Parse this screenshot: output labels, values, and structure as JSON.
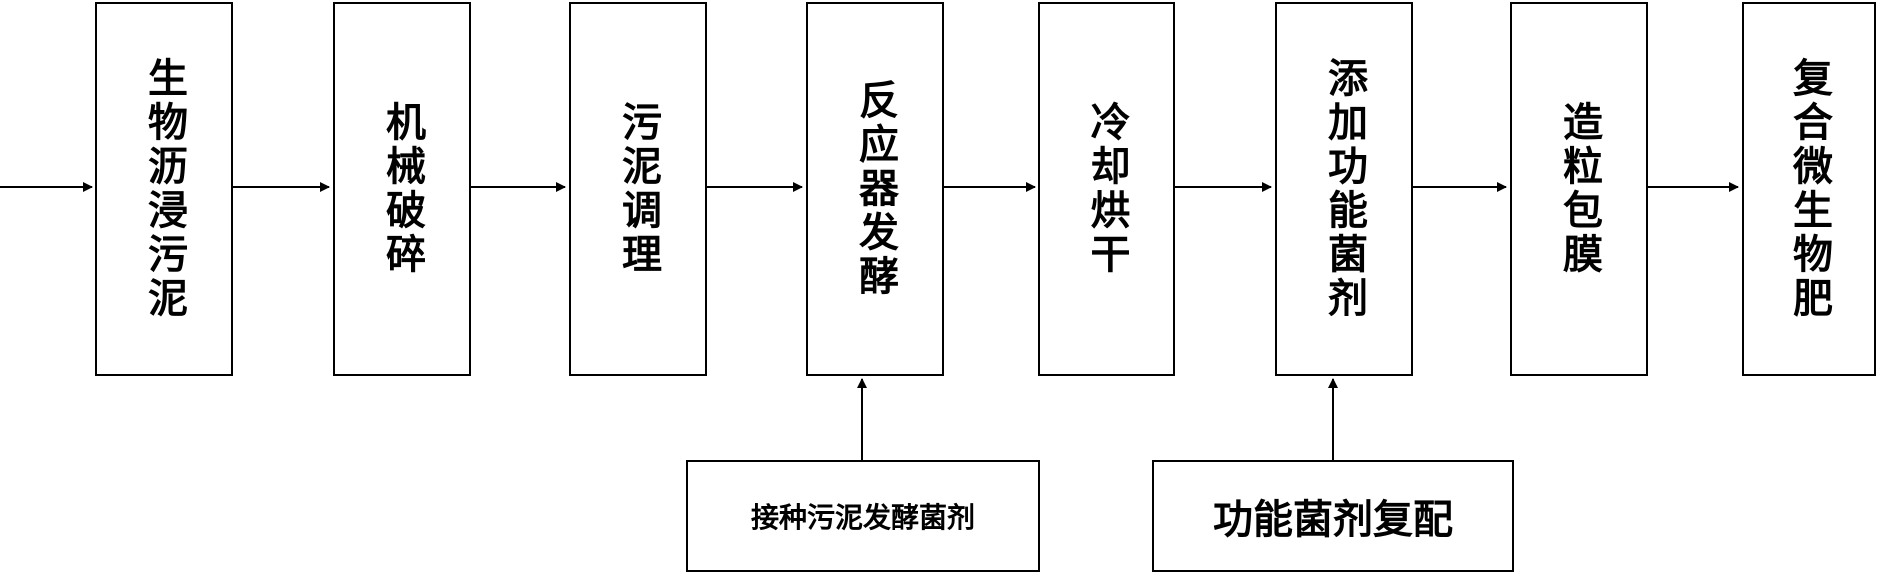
{
  "steps": [
    "生物沥浸污泥",
    "机械破碎",
    "污泥调理",
    "反应器发酵",
    "冷却烘干",
    "添加功能菌剂",
    "造粒包膜",
    "复合微生物肥"
  ],
  "inputs": {
    "inoculant": "接种污泥发酵菌剂",
    "compounding": "功能菌剂复配"
  },
  "colors": {
    "line": "#000000",
    "box_fill": "#ffffff"
  }
}
